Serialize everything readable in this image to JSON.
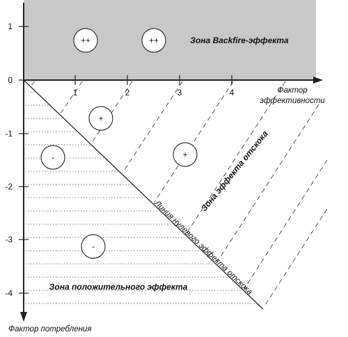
{
  "x_axis": {
    "ticks": [
      "1",
      "2",
      "3",
      "4"
    ],
    "label_line1": "Фактор",
    "label_line2": "эффективности"
  },
  "y_axis": {
    "ticks": [
      "1",
      "0",
      "-1",
      "-2",
      "-3",
      "-4"
    ],
    "label": "Фактор потребления"
  },
  "zones": {
    "backfire": "Зона Backfire-эффекта",
    "rebound": "Зона эффекта отскока",
    "positive": "Зона положительного эффекта",
    "zero_line": "Линия нулевого эффекта отскока"
  },
  "markers": [
    {
      "sign": "++"
    },
    {
      "sign": "++"
    },
    {
      "sign": "+"
    },
    {
      "sign": "+"
    },
    {
      "sign": "-"
    },
    {
      "sign": "-"
    }
  ],
  "colors": {
    "backfire_fill": "#c8c8c8",
    "axis": "#222222"
  }
}
